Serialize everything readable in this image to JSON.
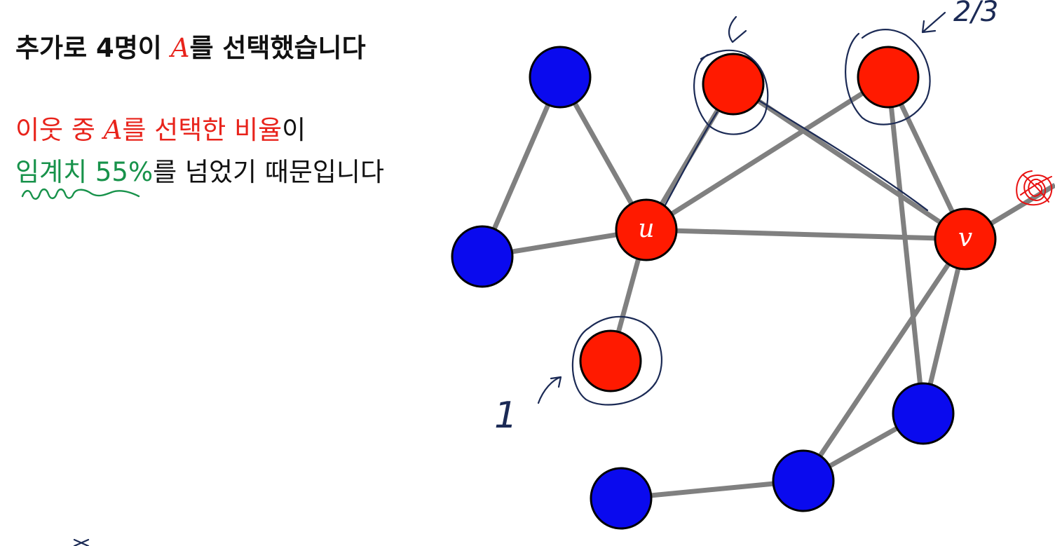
{
  "text": {
    "heading_pre": "추가로 4명이 ",
    "heading_math": "A",
    "heading_post": "를 선택했습니다",
    "line1_red_a": "이웃 중 ",
    "line1_math": "A",
    "line1_red_b": "를 선택한 비율",
    "line1_tail": "이",
    "line2_green": "임계치 55%",
    "line2_tail": "를 넘었기 때문입니다"
  },
  "annotations": {
    "fraction": "2/3",
    "one": "1"
  },
  "graph": {
    "colors": {
      "adopted": "#ff1a00",
      "not_adopted": "#0a0aee",
      "edge": "#808080",
      "threshold_underline": "#17924a",
      "scribble": "#e81010"
    },
    "nodes": [
      {
        "id": "n1",
        "state": "not_adopted",
        "label": ""
      },
      {
        "id": "n2",
        "state": "adopted",
        "label": ""
      },
      {
        "id": "n3",
        "state": "adopted",
        "label": ""
      },
      {
        "id": "n4",
        "state": "not_adopted",
        "label": ""
      },
      {
        "id": "u",
        "state": "adopted",
        "label": "u"
      },
      {
        "id": "v",
        "state": "adopted",
        "label": "v"
      },
      {
        "id": "n7",
        "state": "adopted",
        "label": ""
      },
      {
        "id": "n8",
        "state": "not_adopted",
        "label": ""
      },
      {
        "id": "n9",
        "state": "not_adopted",
        "label": ""
      },
      {
        "id": "n10",
        "state": "not_adopted",
        "label": ""
      }
    ],
    "edges": [
      [
        "n1",
        "n4"
      ],
      [
        "n1",
        "u"
      ],
      [
        "n4",
        "u"
      ],
      [
        "u",
        "n2"
      ],
      [
        "u",
        "n3"
      ],
      [
        "u",
        "v"
      ],
      [
        "u",
        "n7"
      ],
      [
        "n2",
        "v"
      ],
      [
        "n3",
        "v"
      ],
      [
        "n3",
        "n8"
      ],
      [
        "v",
        "n8"
      ],
      [
        "v",
        "n9"
      ],
      [
        "n8",
        "n9"
      ],
      [
        "n9",
        "n10"
      ],
      [
        "v",
        "offscreen"
      ]
    ]
  }
}
